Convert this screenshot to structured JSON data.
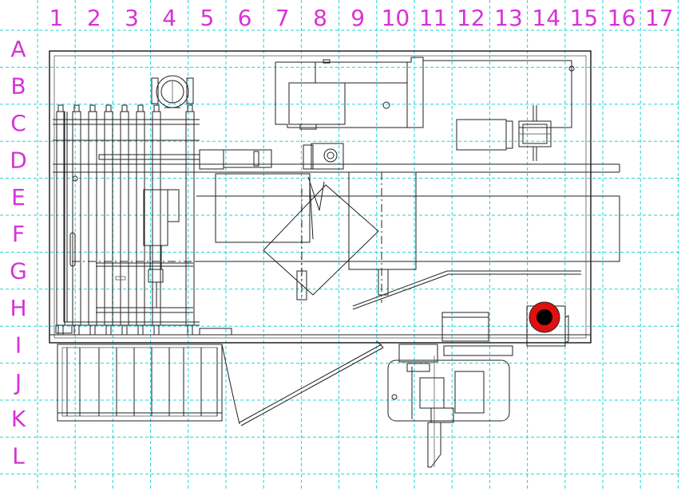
{
  "grid": {
    "columns": [
      "1",
      "2",
      "3",
      "4",
      "5",
      "6",
      "7",
      "8",
      "9",
      "10",
      "11",
      "12",
      "13",
      "14",
      "15",
      "16",
      "17"
    ],
    "rows": [
      "A",
      "B",
      "C",
      "D",
      "E",
      "F",
      "G",
      "H",
      "I",
      "J",
      "K",
      "L"
    ]
  },
  "colors": {
    "grid": "#22d3d3",
    "labels": "#d633d6",
    "drawing": "#222222",
    "marker_outer": "#e01010",
    "marker_inner": "#000000"
  }
}
